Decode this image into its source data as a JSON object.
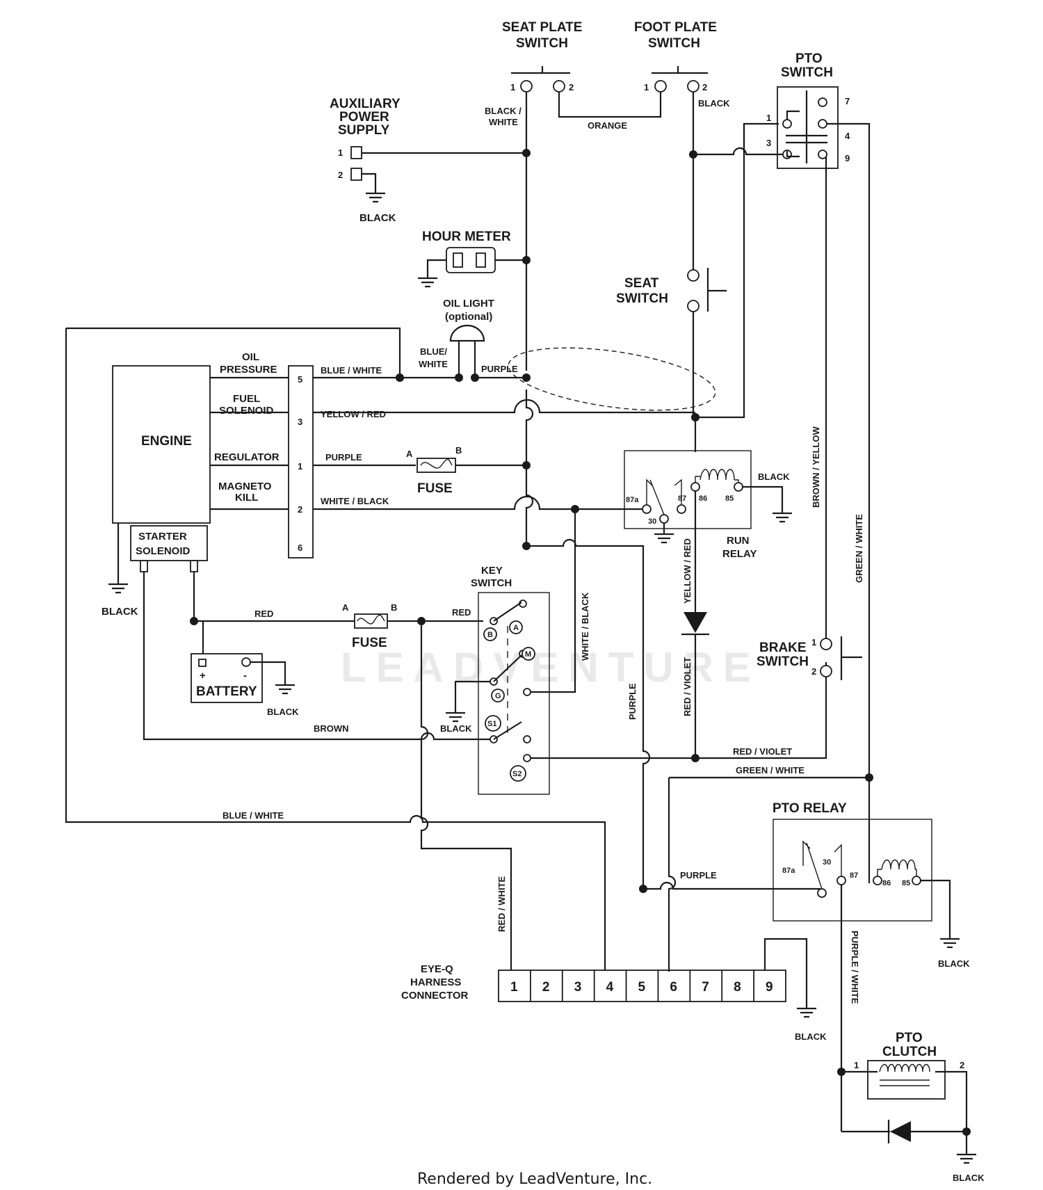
{
  "watermark": "LEADVENTURE",
  "footer": "Rendered by LeadVenture, Inc.",
  "components": {
    "seat_plate_switch": [
      "SEAT PLATE",
      "SWITCH"
    ],
    "foot_plate_switch": [
      "FOOT PLATE",
      "SWITCH"
    ],
    "pto_switch": [
      "PTO",
      "SWITCH"
    ],
    "aux_power": [
      "AUXILIARY",
      "POWER",
      "SUPPLY"
    ],
    "hour_meter": "HOUR METER",
    "oil_light": [
      "OIL LIGHT",
      "(optional)"
    ],
    "seat_switch": [
      "SEAT",
      "SWITCH"
    ],
    "engine": "ENGINE",
    "starter_solenoid": [
      "STARTER",
      "SOLENOID"
    ],
    "run_relay": [
      "RUN",
      "RELAY"
    ],
    "key_switch": [
      "KEY",
      "SWITCH"
    ],
    "battery": "BATTERY",
    "brake_switch": [
      "BRAKE",
      "SWITCH"
    ],
    "pto_relay": "PTO RELAY",
    "eyeq": [
      "EYE-Q",
      "HARNESS",
      "CONNECTOR"
    ],
    "pto_clutch": [
      "PTO",
      "CLUTCH"
    ],
    "fuse": "FUSE"
  },
  "engine_terminals": [
    {
      "label": [
        "OIL",
        "PRESSURE"
      ],
      "pin": "5",
      "wire": "BLUE / WHITE"
    },
    {
      "label": [
        "FUEL",
        "SOLENOID"
      ],
      "pin": "3",
      "wire": "YELLOW / RED"
    },
    {
      "label": [
        "REGULATOR"
      ],
      "pin": "1",
      "wire": "PURPLE"
    },
    {
      "label": [
        "MAGNETO",
        "KILL"
      ],
      "pin": "2",
      "wire": "WHITE / BLACK"
    },
    {
      "label": [],
      "pin": "6",
      "wire": ""
    }
  ],
  "wire_labels": {
    "black_white": [
      "BLACK /",
      "WHITE"
    ],
    "orange": "ORANGE",
    "black": "BLACK",
    "blue_white_short": [
      "BLUE/",
      "WHITE"
    ],
    "purple": "PURPLE",
    "red": "RED",
    "brown": "BROWN",
    "blue_white": "BLUE / WHITE",
    "white_black": "WHITE / BLACK",
    "yellow_red": "YELLOW / RED",
    "red_violet": "RED / VIOLET",
    "green_white": "GREEN / WHITE",
    "brown_yellow": "BROWN / YELLOW",
    "red_white": "RED / WHITE",
    "purple_white": "PURPLE / WHITE"
  },
  "pins": {
    "one": "1",
    "two": "2",
    "three": "3",
    "four": "4",
    "seven": "7",
    "nine": "9",
    "A": "A",
    "B": "B",
    "M": "M",
    "G": "G",
    "S1": "S1",
    "S2": "S2",
    "r87a": "87a",
    "r30": "30",
    "r87": "87",
    "r86": "86",
    "r85": "85",
    "plus": "+",
    "minus": "-"
  },
  "eyeq_pins": [
    "1",
    "2",
    "3",
    "4",
    "5",
    "6",
    "7",
    "8",
    "9"
  ]
}
